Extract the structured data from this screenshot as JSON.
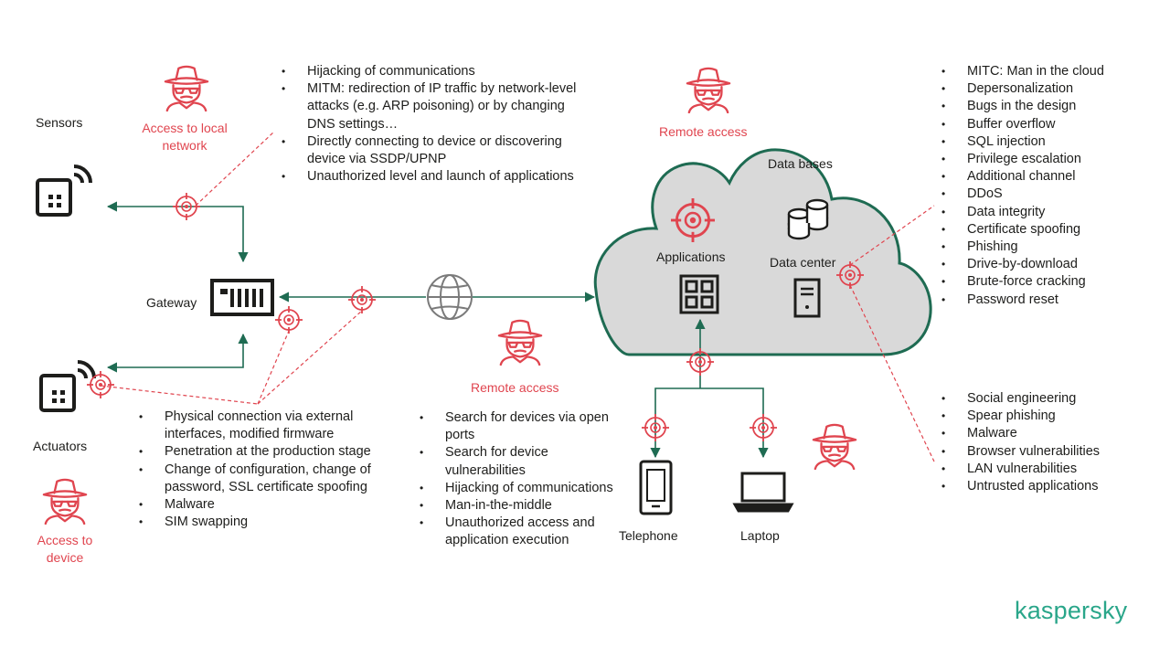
{
  "labels": {
    "sensors": "Sensors",
    "gateway": "Gateway",
    "actuators": "Actuators",
    "access_local_network": "Access to local\nnetwork",
    "access_device": "Access to\ndevice",
    "remote_access_top": "Remote access",
    "remote_access_mid": "Remote access",
    "data_bases": "Data bases",
    "applications": "Applications",
    "data_center": "Data center",
    "telephone": "Telephone",
    "laptop": "Laptop"
  },
  "local_network_threats": [
    "Hijacking of communications",
    "MITM: redirection of IP traffic by network-level attacks (e.g. ARP poisoning) or by changing DNS settings…",
    "Directly connecting to device or discovering device via SSDP/UPNP",
    "Unauthorized level and launch of applications"
  ],
  "device_threats": [
    "Physical connection via external interfaces, modified firmware",
    "Penetration at the production stage",
    "Change of configuration, change of password, SSL certificate spoofing",
    "Malware",
    "SIM swapping"
  ],
  "remote_threats": [
    "Search for devices via open ports",
    "Search for device vulnerabilities",
    "Hijacking of communications",
    "Man-in-the-middle",
    "Unauthorized access and application execution"
  ],
  "cloud_threats": [
    "MITC: Man in the cloud",
    "Depersonalization",
    "Bugs in the design",
    "Buffer overflow",
    "SQL injection",
    "Privilege escalation",
    "Additional channel",
    "DDoS",
    "Data integrity",
    "Certificate spoofing",
    "Phishing",
    "Drive-by-download",
    "Brute-force cracking",
    "Password reset"
  ],
  "endpoint_threats": [
    "Social engineering",
    "Spear phishing",
    "Malware",
    "Browser vulnerabilities",
    "LAN vulnerabilities",
    "Untrusted applications"
  ],
  "logo": "kaspersky",
  "colors": {
    "accent_red": "#e0454f",
    "line_green": "#1e6b52",
    "cloud_fill": "#d9d9d9",
    "logo_green": "#2aa68a"
  }
}
